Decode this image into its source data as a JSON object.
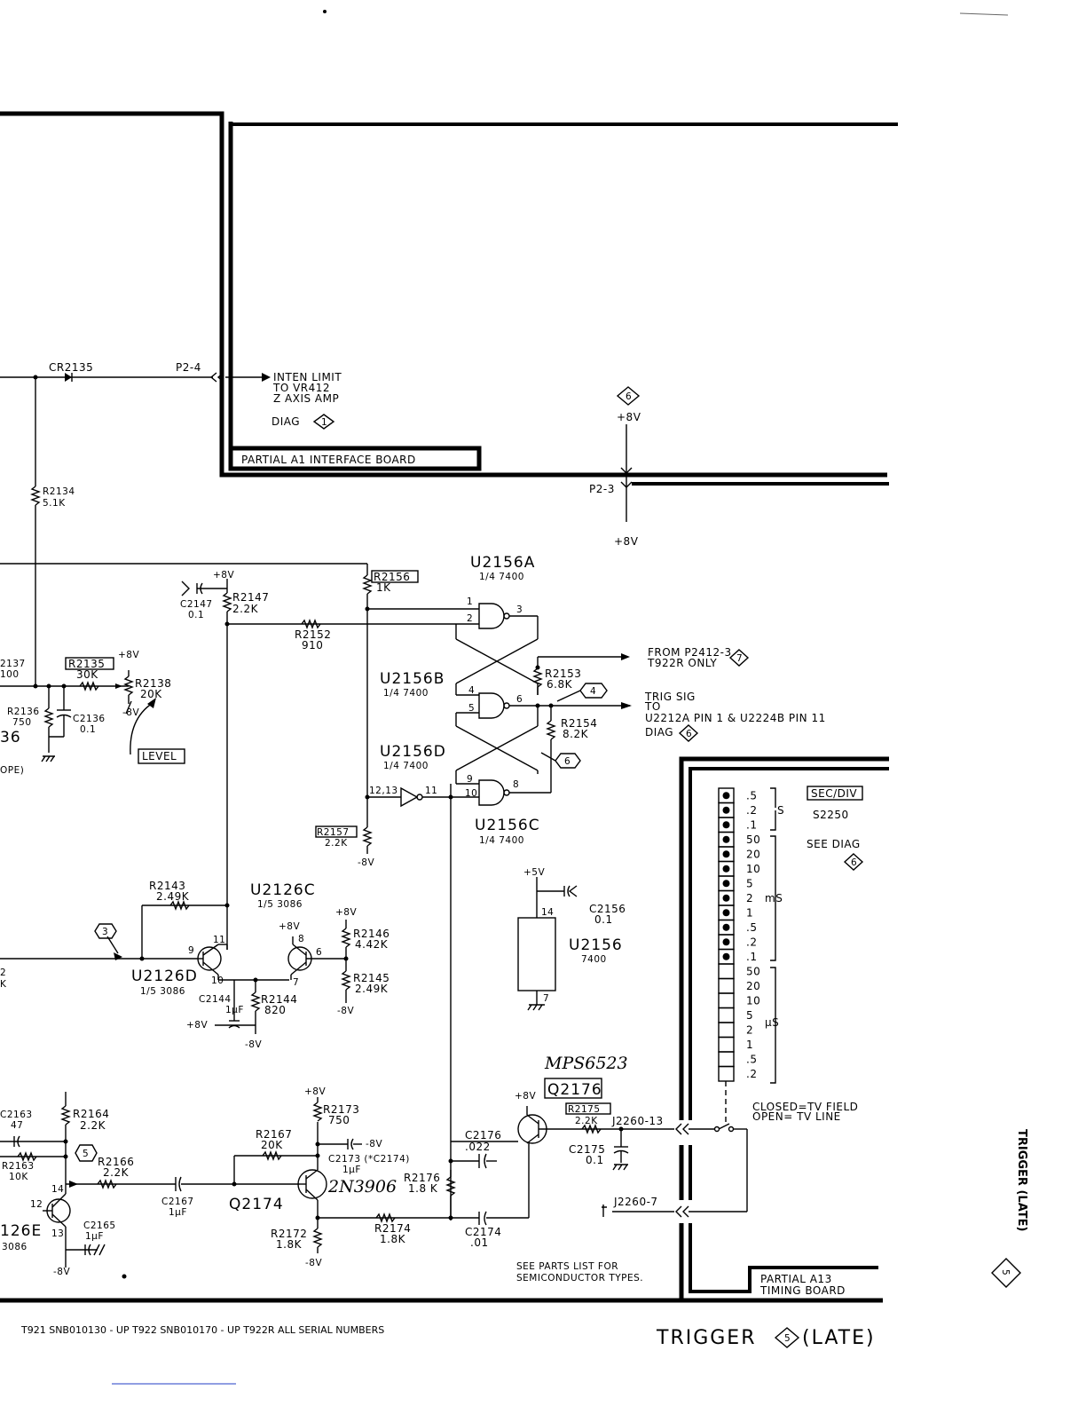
{
  "labels": {
    "cr2135": "CR2135",
    "p2_4": "P2-4",
    "inten_limit": "INTEN  LIMIT",
    "to_vr412": "TO  VR412",
    "z_axis_amp": "Z  AXIS  AMP",
    "diag1": "DIAG",
    "diag1_num": "1",
    "partial_a1": "PARTIAL  A1  INTERFACE  BOARD",
    "p2_3": "P2-3",
    "ref6_top": "6",
    "v8_top": "+8V",
    "v8_bot": "+8V",
    "r2134": "R2134",
    "r2134_val": "5.1K",
    "u2156a": "U2156A",
    "u2156a_type": "1/4 7400",
    "u2156b": "U2156B",
    "u2156b_type": "1/4 7400",
    "u2156d": "U2156D",
    "u2156d_type": "1/4 7400",
    "u2156c": "U2156C",
    "u2156c_type": "1/4 7400",
    "r2156": "R2156",
    "r2156_val": "1K",
    "v8_r2147": "+8V",
    "c2147": "C2147",
    "c2147_val": "0.1",
    "r2147": "R2147",
    "r2147_val": "2.2K",
    "r2152": "R2152",
    "r2152_val": "910",
    "r2137": "2137",
    "r2137_val": "100",
    "r2135": "R2135",
    "r2135_val": "30K",
    "r2138": "R2138",
    "r2138_val": "20K",
    "v8_pot": "+8V",
    "vm8_pot": "-8V",
    "r2136": "R2136",
    "r2136_val": "750",
    "c2136": "C2136",
    "c2136_val": "0.1",
    "level": "LEVEL",
    "ope": "OPE)",
    "cut36": "36",
    "from_p2412": "FROM  P2412-3",
    "t922r_only": "T922R  ONLY",
    "ref7": "7",
    "r2153": "R2153",
    "r2153_val": "6.8K",
    "ref4": "4",
    "trig_sig": "TRIG  SIG",
    "to": "TO",
    "u2212a": "U2212A  PIN 1 & U2224B  PIN 11",
    "diag6": "DIAG",
    "diag6_num": "6",
    "r2154": "R2154",
    "r2154_val": "8.2K",
    "ref6_mid": "6",
    "pin1": "1",
    "pin2": "2",
    "pin3": "3",
    "pin4": "4",
    "pin5": "5",
    "pin6": "6",
    "pin9": "9",
    "pin10": "10",
    "pin8": "8",
    "pin1213": "12,13",
    "pin11": "11",
    "r2157": "R2157",
    "r2157_val": "2.2K",
    "vm8_r2157": "-8V",
    "sec_div": "SEC/DIV",
    "s2250": "S2250",
    "see_diag": "SEE  DIAG",
    "see_diag_num": "6",
    "v5": "+5V",
    "c2156": "C2156",
    "c2156_val": "0.1",
    "pin14": "14",
    "pin7": "7",
    "u2156": "U2156",
    "u2156_type": "7400",
    "r2143": "R2143",
    "r2143_val": "2.49K",
    "u2126c": "U2126C",
    "u2126c_type": "1/5 3086",
    "ref3": "3",
    "u2126d": "U2126D",
    "u2126d_type": "1/5 3086",
    "v8_q": "+8V",
    "v8_r2146": "+8V",
    "r2146": "R2146",
    "r2146_val": "4.42K",
    "r2145": "R2145",
    "r2145_val": "2.49K",
    "vm8_r2145": "-8V",
    "c2144": "C2144",
    "c2144_val": "1µF",
    "r2144": "R2144",
    "r2144_val": "820",
    "v8_c2144": "+8V",
    "vm8_r2144": "-8V",
    "qpin9": "9",
    "qpin11": "11",
    "qpin10": "10",
    "qpin8": "8",
    "qpin6": "6",
    "qpin7": "7",
    "cut2": "2",
    "cutk": "K",
    "mps6523": "MPS6523",
    "q2176": "Q2176",
    "v8_q2176": "+8V",
    "r2175": "R2175",
    "r2175_val": "2.2K",
    "j2260_13": "J2260-13",
    "closed": "CLOSED=TV FIELD",
    "open": "OPEN= TV LINE",
    "c2175": "C2175",
    "c2175_val": "0.1",
    "j2260_7": "J2260-7",
    "c2176": "C2176",
    "c2176_val": ".022",
    "r2176": "R2176",
    "r2176_val": "1.8 K",
    "c2174": "C2174",
    "c2174_val": ".01",
    "r2174": "R2174",
    "r2174_val": "1.8K",
    "v8_r2173": "+8V",
    "r2173": "R2173",
    "r2173_val": "750",
    "vm8_c2173": "-8V",
    "c2173": "C2173 (*C2174)",
    "c2173_val": "1µF",
    "r2167": "R2167",
    "r2167_val": "20K",
    "q2174": "Q2174",
    "n3906": "2N3906",
    "r2172": "R2172",
    "r2172_val": "1.8K",
    "vm8_r2172": "-8V",
    "c2167": "C2167",
    "c2167_val": "1µF",
    "c2163": "C2163",
    "c2163_val": "47",
    "r2164": "R2164",
    "r2164_val": "2.2K",
    "r2163": "R2163",
    "r2163_val": "10K",
    "ref5": "5",
    "r2166": "R2166",
    "r2166_val": "2.2K",
    "bpin14": "14",
    "bpin12": "12",
    "bpin13": "13",
    "c2165": "C2165",
    "c2165_val": "1µF",
    "u2126e": "126E",
    "u2126e_type": "3086",
    "vm8_bot": "-8V",
    "see_parts": "SEE PARTS LIST FOR",
    "semi_types": "SEMICONDUCTOR TYPES.",
    "partial_a13": "PARTIAL  A13",
    "timing_board": "TIMING  BOARD",
    "serials": "T921 SNB010130 - UP    T922  SNB010170 - UP   T922R ALL SERIAL NUMBERS",
    "title_left": "TRIGGER",
    "title_num": "5",
    "title_right": "(LATE)",
    "side_title": "TRIGGER (LATE)",
    "side_num": "5"
  },
  "switch": {
    "top_labels": [
      ".5",
      ".2",
      ".1"
    ],
    "top_unit": "S",
    "ms_labels": [
      "50",
      "20",
      "10",
      "5",
      "2",
      "1",
      ".5",
      ".2",
      ".1"
    ],
    "ms_unit": "mS",
    "us_labels": [
      "50",
      "20",
      "10",
      "5",
      "2",
      "1",
      ".5",
      ".2"
    ],
    "us_unit": "µS"
  }
}
